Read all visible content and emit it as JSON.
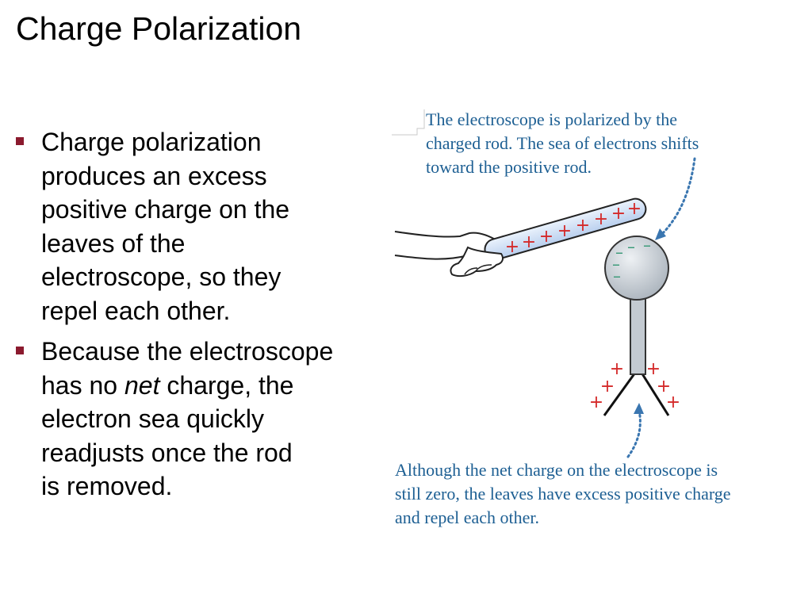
{
  "slide": {
    "title": "Charge Polarization"
  },
  "bullets": {
    "b1": {
      "lines": [
        "Charge polarization",
        "produces an excess",
        "positive charge on the",
        "leaves of the",
        "electroscope, so they",
        "repel each other."
      ]
    },
    "b2": {
      "line1": "Because the electroscope",
      "line2_pre": "has no ",
      "line2_em": "net",
      "line2_post": " charge, the",
      "line3": "electron sea quickly",
      "line4": "readjusts once the rod",
      "line5": "is removed."
    }
  },
  "figure": {
    "caption_top": [
      "The electroscope is polarized by the",
      "charged rod. The sea of electrons shifts",
      "toward the positive rod."
    ],
    "caption_bottom": [
      "Although the net charge on the electroscope is",
      "still zero, the leaves have excess positive charge",
      "and repel each other."
    ],
    "rod_sign": "+",
    "sphere_sign": "–",
    "leaf_sign": "+",
    "colors": {
      "caption": "#1d5f93",
      "plus": "#d42a2a",
      "minus": "#3a9a78",
      "rod": "#cfe0f5",
      "sphere": "#c9cfd6",
      "bullet": "#8b1a2e"
    }
  }
}
